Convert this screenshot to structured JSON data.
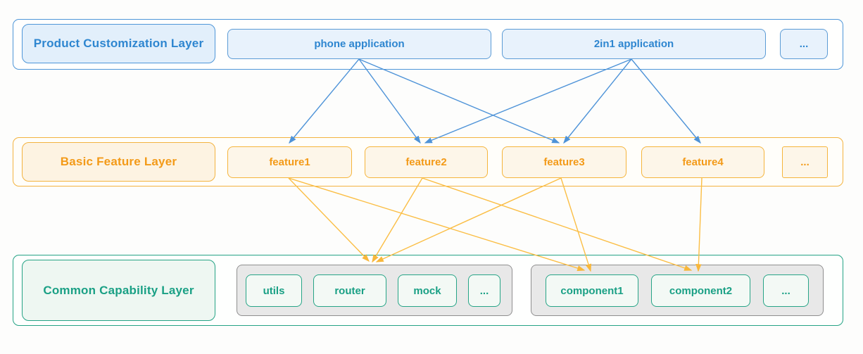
{
  "colors": {
    "blue_accent": "#2E86D0",
    "blue_border": "#5B9BD5",
    "blue_fill": "#E8F2FC",
    "orange_accent": "#F39A18",
    "orange_border": "#F5B53C",
    "orange_fill": "#FDF6E9",
    "green_accent": "#1AA085",
    "green_border": "#25A385",
    "green_fill": "#F3F9F5",
    "gray_group_fill": "#E8E8E8",
    "gray_group_border": "#8F8F8F",
    "arrow_blue": "#4E93D8",
    "arrow_yellow": "#FBBE45"
  },
  "layers": [
    {
      "label": "Product Customization Layer",
      "items": [
        {
          "label": "phone application"
        },
        {
          "label": "2in1 application"
        },
        {
          "label": "..."
        }
      ]
    },
    {
      "label": "Basic Feature Layer",
      "items": [
        {
          "label": "feature1"
        },
        {
          "label": "feature2"
        },
        {
          "label": "feature3"
        },
        {
          "label": "feature4"
        },
        {
          "label": "..."
        }
      ]
    },
    {
      "label": "Common Capability Layer",
      "groups": [
        {
          "items": [
            {
              "label": "utils"
            },
            {
              "label": "router"
            },
            {
              "label": "mock"
            },
            {
              "label": "..."
            }
          ]
        },
        {
          "items": [
            {
              "label": "component1"
            },
            {
              "label": "component2"
            },
            {
              "label": "..."
            }
          ]
        }
      ]
    }
  ],
  "edges": {
    "blue": [
      {
        "from": "phone application",
        "to": "feature1"
      },
      {
        "from": "phone application",
        "to": "feature2"
      },
      {
        "from": "phone application",
        "to": "feature3"
      },
      {
        "from": "2in1 application",
        "to": "feature2"
      },
      {
        "from": "2in1 application",
        "to": "feature3"
      },
      {
        "from": "2in1 application",
        "to": "feature4"
      }
    ],
    "yellow": [
      {
        "from": "feature1",
        "to": "utils-router-mock-group"
      },
      {
        "from": "feature2",
        "to": "utils-router-mock-group"
      },
      {
        "from": "feature3",
        "to": "utils-router-mock-group"
      },
      {
        "from": "feature1",
        "to": "component1"
      },
      {
        "from": "feature3",
        "to": "component1"
      },
      {
        "from": "feature2",
        "to": "component2"
      },
      {
        "from": "feature4",
        "to": "component2"
      }
    ]
  }
}
